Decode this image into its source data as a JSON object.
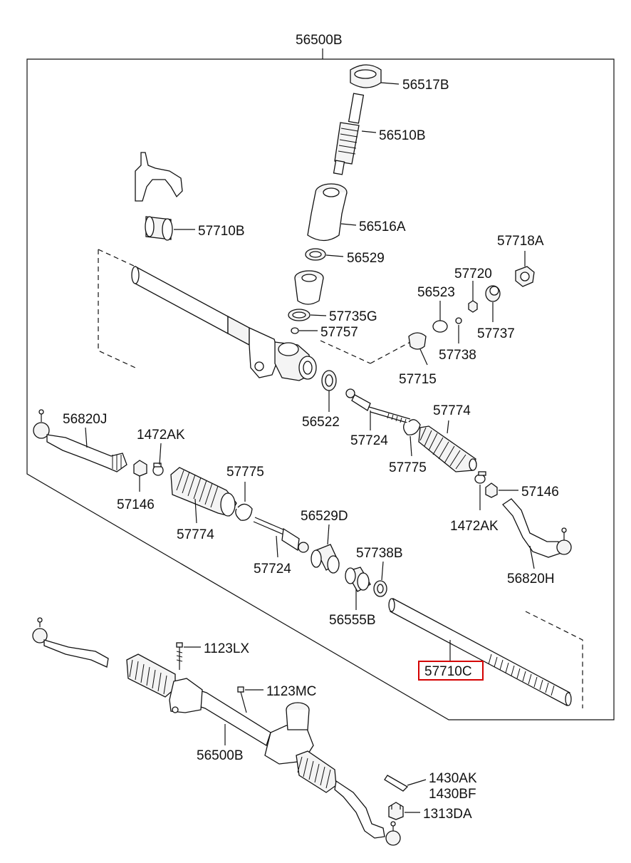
{
  "diagram": {
    "assembly_label": "56500B",
    "highlight_color": "#d40000",
    "labels": {
      "56517B": "56517B",
      "56510B": "56510B",
      "56516A": "56516A",
      "56529": "56529",
      "57710B": "57710B",
      "57718A": "57718A",
      "57720": "57720",
      "56523": "56523",
      "57737": "57737",
      "57735G": "57735G",
      "57757": "57757",
      "57738": "57738",
      "57715": "57715",
      "56522": "56522",
      "57774_r": "57774",
      "56820J": "56820J",
      "1472AK_l": "1472AK",
      "57724_r": "57724",
      "57775_r": "57775",
      "57146_l": "57146",
      "57775_l": "57775",
      "57146_r": "57146",
      "57774_l": "57774",
      "56529D": "56529D",
      "1472AK_r": "1472AK",
      "57724_l": "57724",
      "57738B": "57738B",
      "56820H": "56820H",
      "56555B": "56555B",
      "57710C": "57710C",
      "1123LX": "1123LX",
      "1123MC": "1123MC",
      "56500B_bottom": "56500B",
      "1430AK": "1430AK",
      "1430BF": "1430BF",
      "1313DA": "1313DA"
    }
  }
}
